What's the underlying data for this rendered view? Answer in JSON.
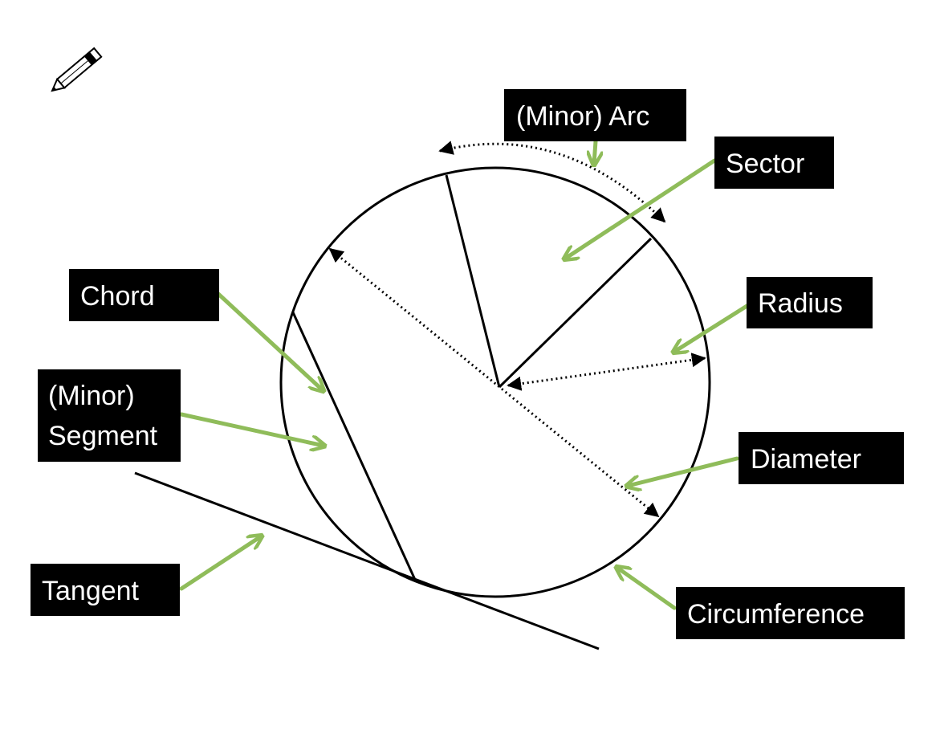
{
  "labels": {
    "minor_arc": "(Minor) Arc",
    "sector": "Sector",
    "chord": "Chord",
    "radius": "Radius",
    "minor_segment_line1": "(Minor)",
    "minor_segment_line2": "Segment",
    "diameter": "Diameter",
    "tangent": "Tangent",
    "circumference": "Circumference"
  },
  "icons": {
    "pencil": "pencil-icon"
  },
  "colors": {
    "pointer": "#8fbc5a",
    "label_bg": "#000000",
    "label_text": "#ffffff"
  }
}
